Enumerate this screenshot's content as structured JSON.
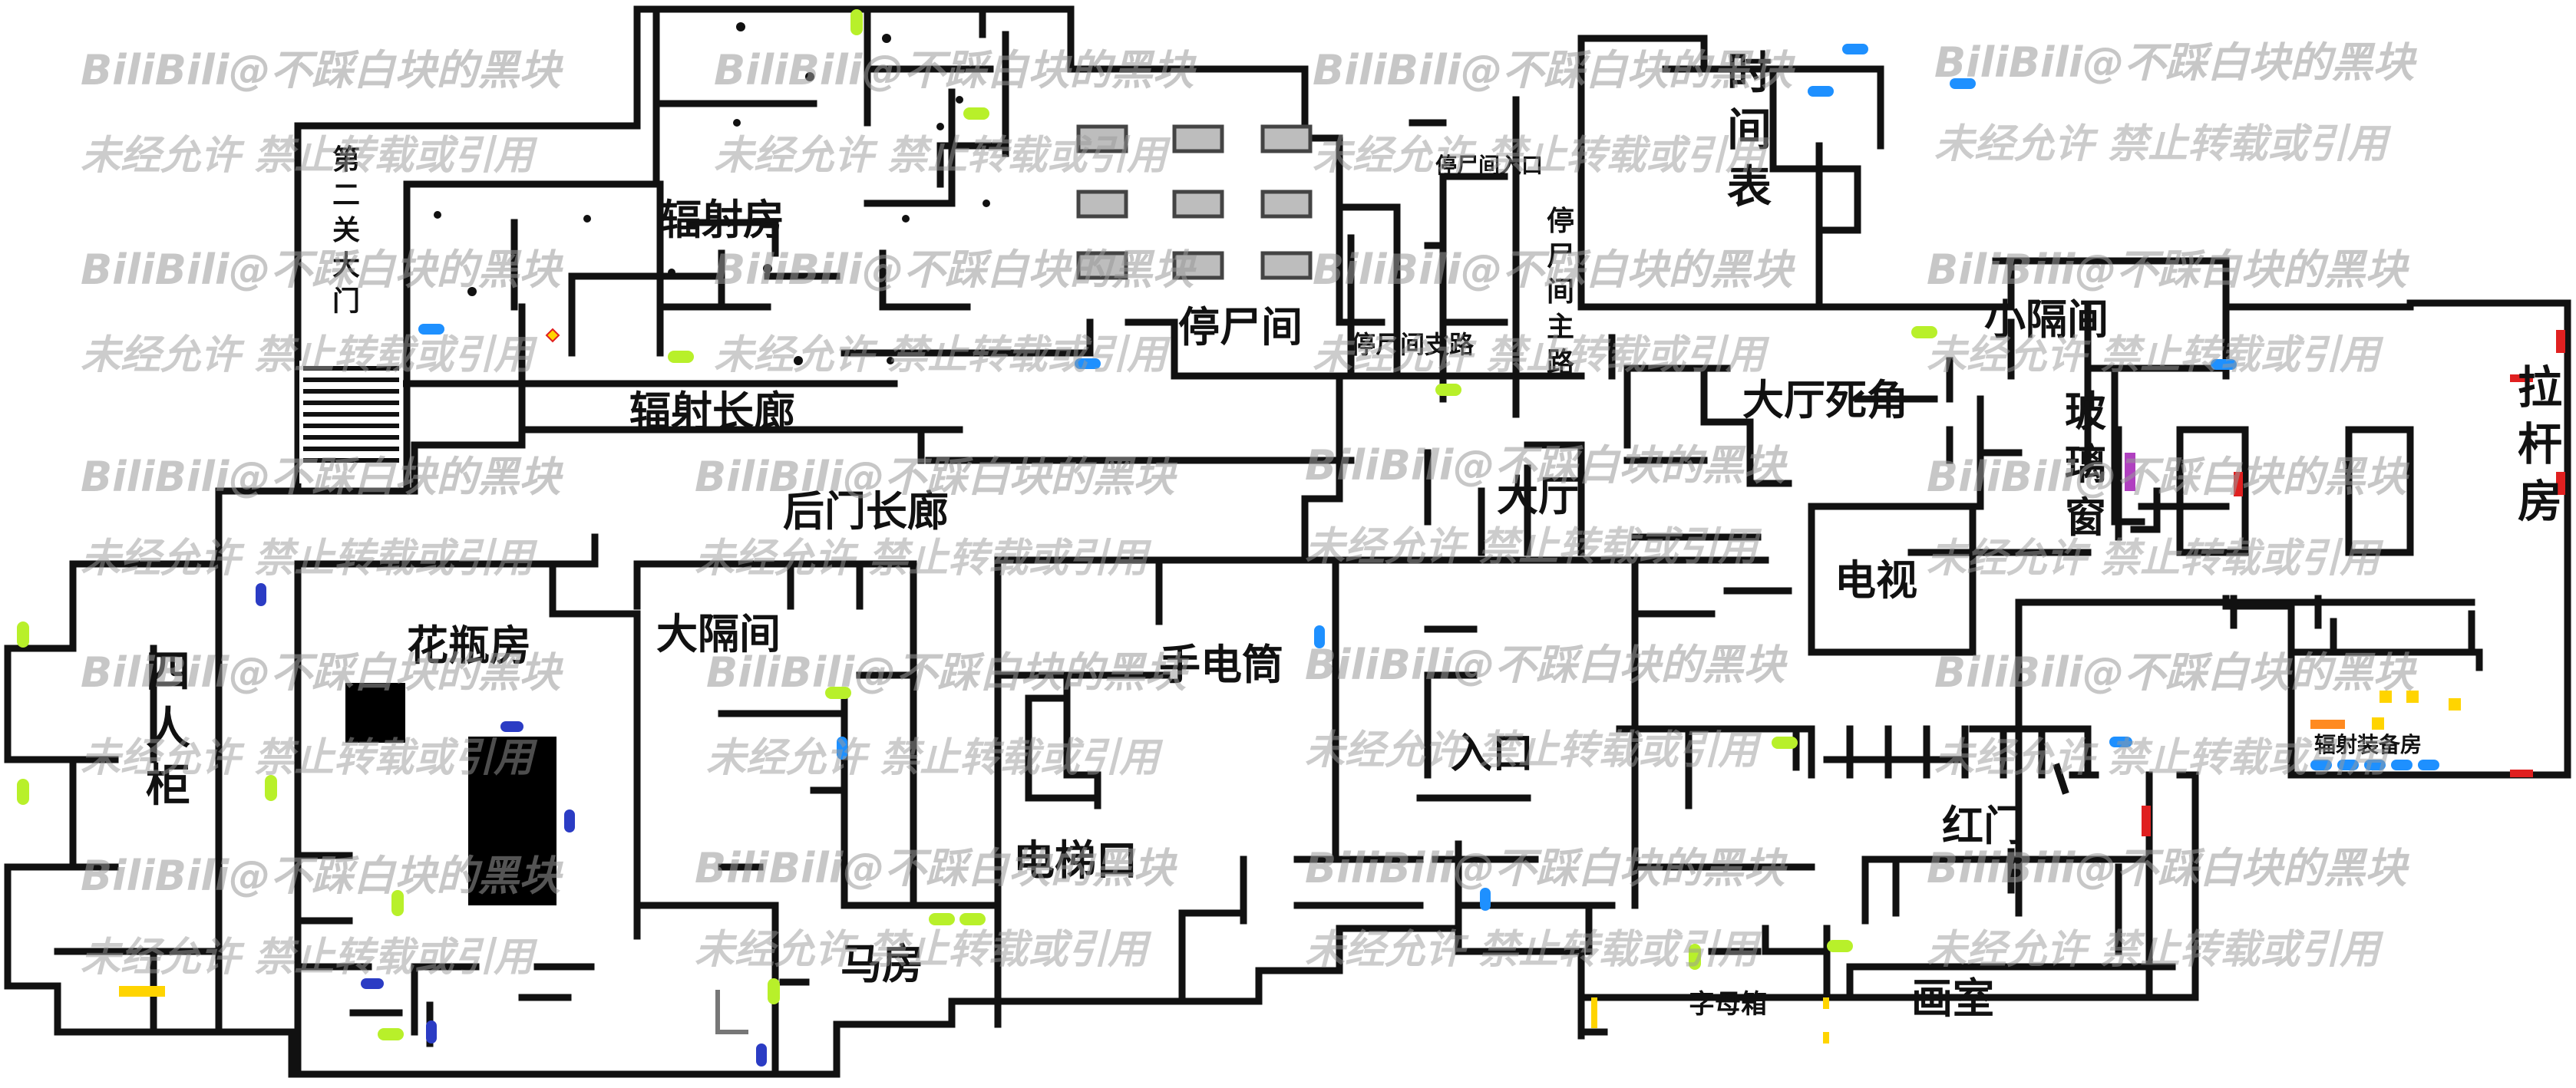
{
  "rooms": {
    "second_gate": "第二关大门",
    "radiation_room": "辐射房",
    "radiation_corridor": "辐射长廊",
    "back_corridor": "后门长廊",
    "morgue": "停尸间",
    "morgue_entrance": "停尸间入口",
    "morgue_branch": "停尸间支路",
    "morgue_main_road": "停尸间主路",
    "clock": "时间表",
    "small_partition": "小隔间",
    "hall_corner": "大厅死角",
    "hall": "大厅",
    "glass_window": "玻璃窗",
    "lever_room": "拉杆房",
    "tv": "电视",
    "radiation_gear_room": "辐射装备房",
    "four_person_cabinet": "四人柜",
    "vase_room": "花瓶房",
    "big_partition": "大隔间",
    "flashlight": "手电筒",
    "entrance": "入口",
    "elevator": "电梯口",
    "stable": "马房",
    "red_door": "红门",
    "letter_box": "字母箱",
    "painting_room": "画室"
  },
  "watermark": {
    "line1": "BiliBili@不踩白块的黑块",
    "line2": "未经允许 禁止转载或引用"
  },
  "colors": {
    "wall": "#111111",
    "marker_blue": "#1e90ff",
    "marker_lime": "#b8f02a",
    "marker_yellow": "#ffd400",
    "marker_navy": "#2b3cc4",
    "marker_red": "#e02020",
    "marker_purple": "#b040c0",
    "marker_orange": "#ff8a20",
    "watermark": "#9a9a9a"
  }
}
